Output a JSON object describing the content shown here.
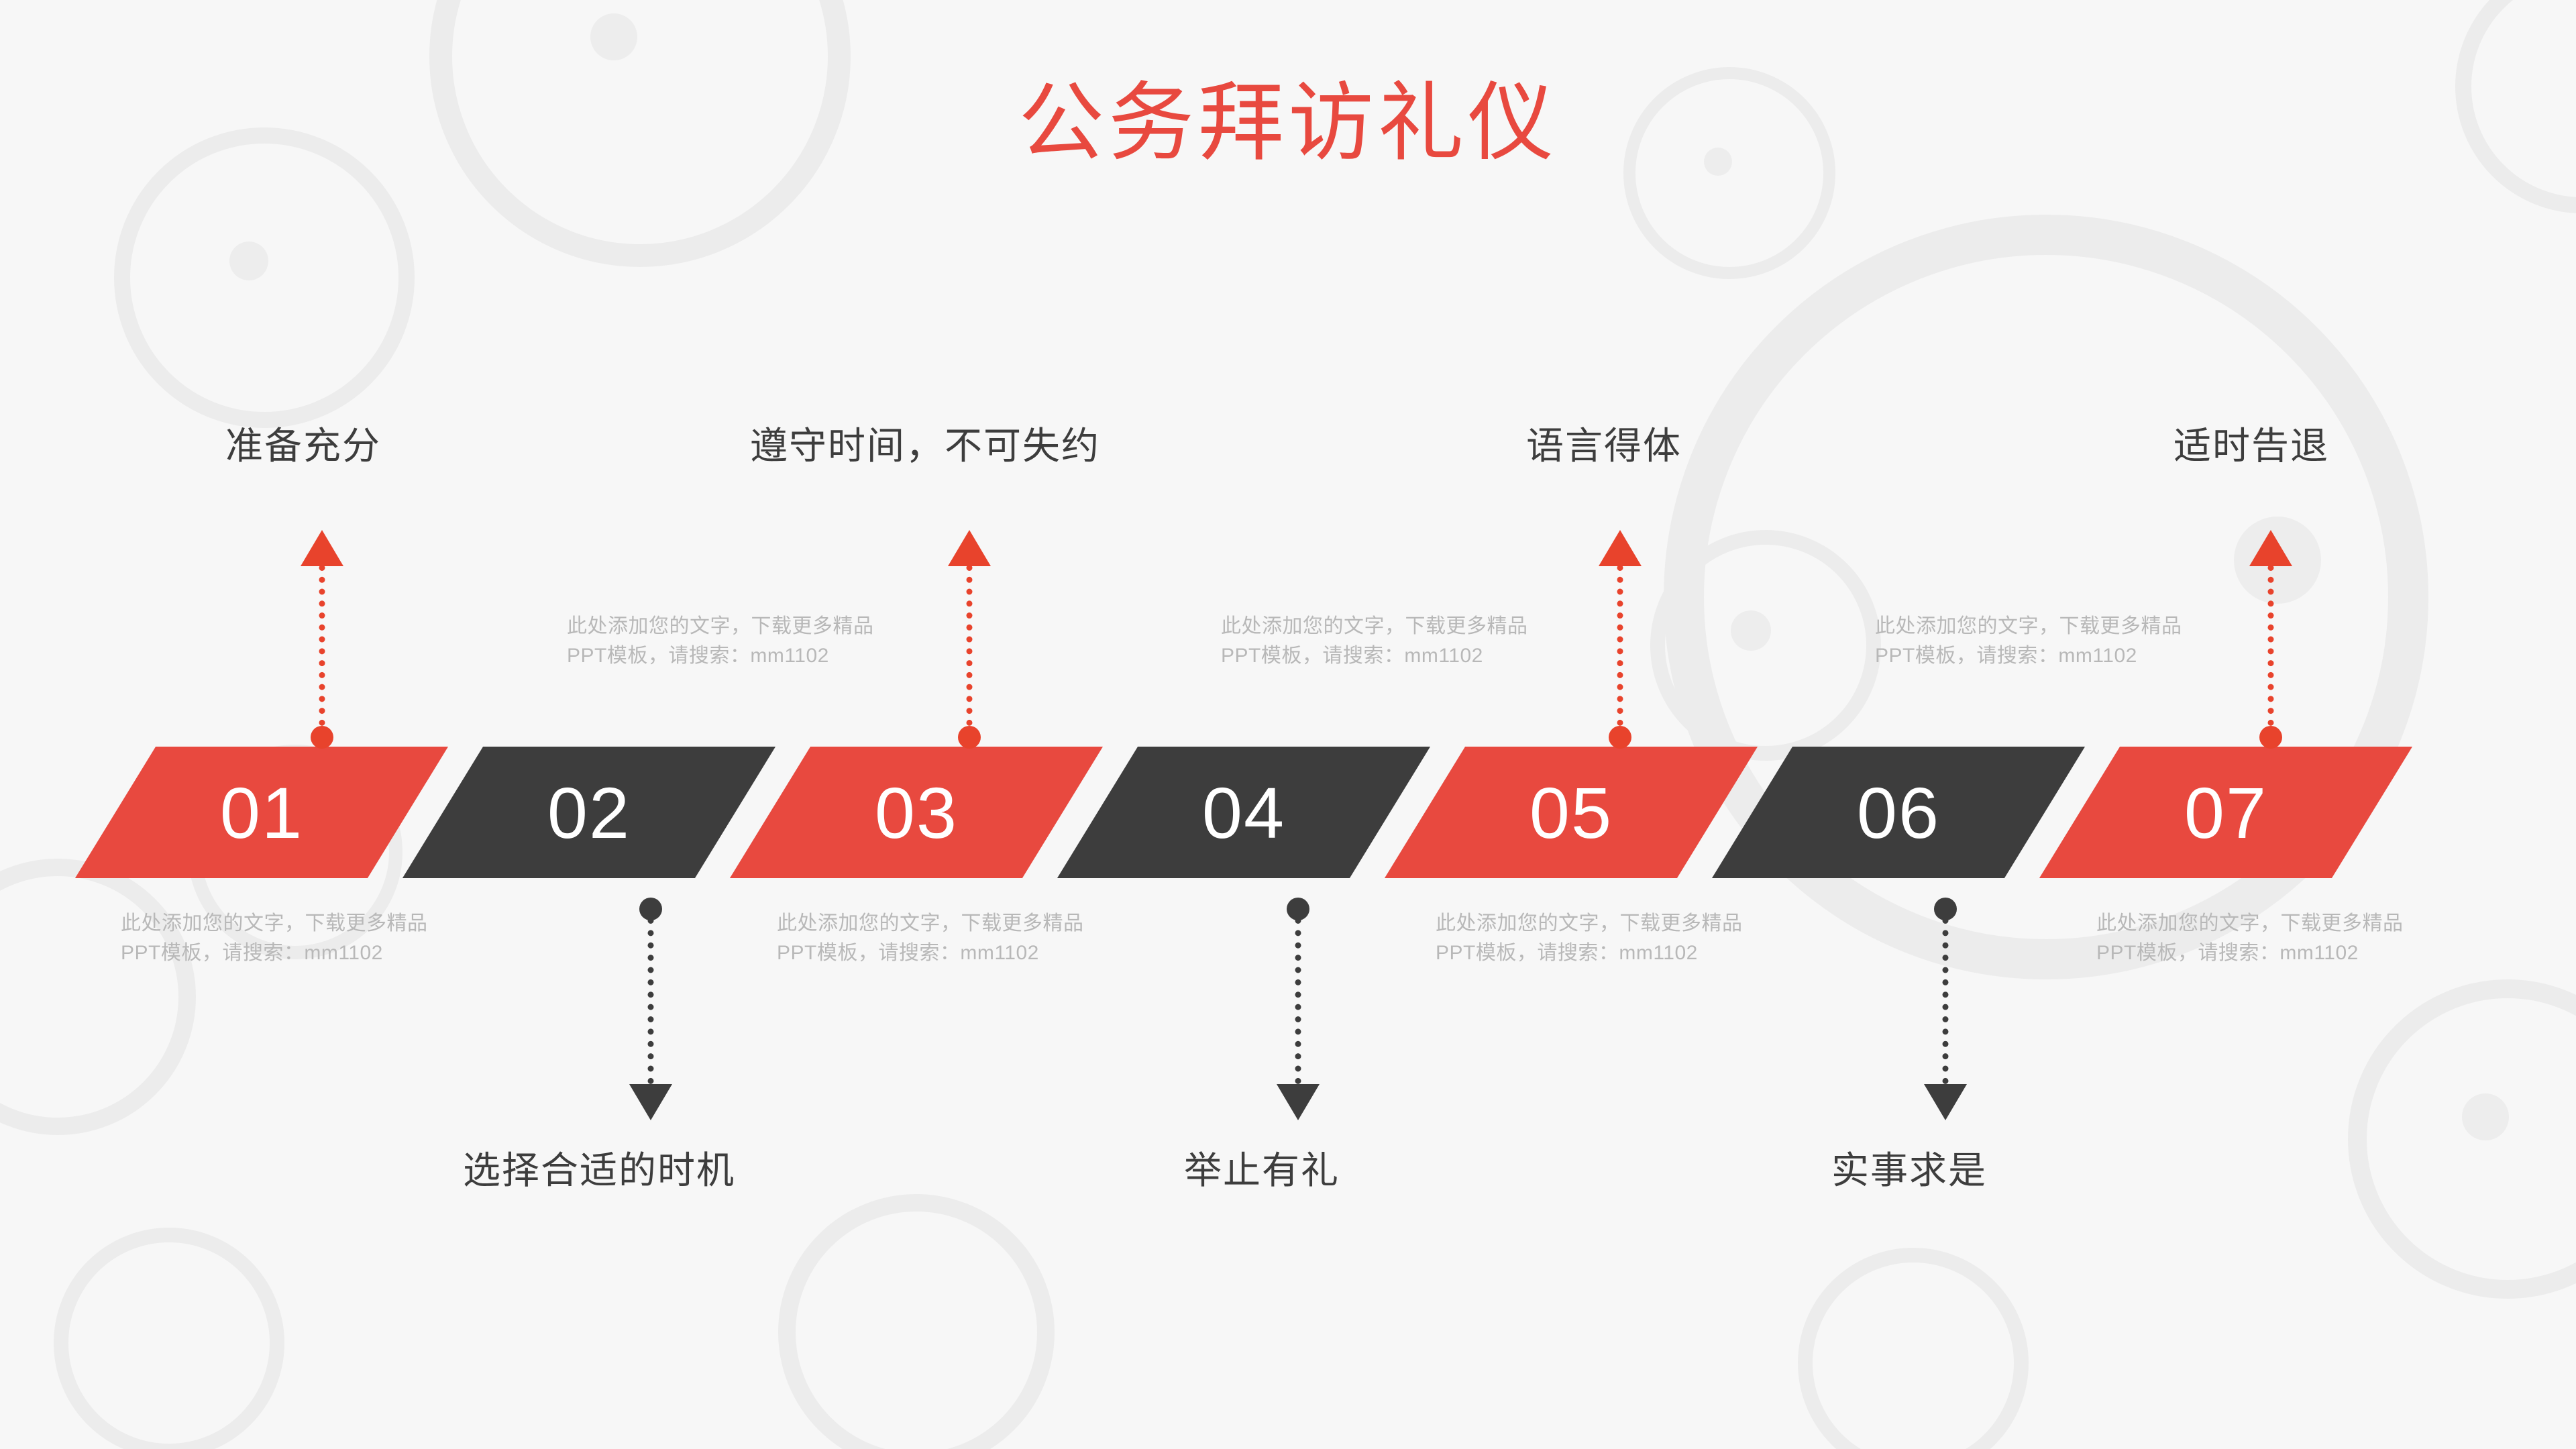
{
  "slide": {
    "title": "公务拜访礼仪",
    "background_color": "#f7f7f7",
    "accent_red": "#e8493f",
    "accent_dark": "#3d3d3d",
    "arrow_red": "#e8432c",
    "heading_color": "#3d3d3d",
    "body_text_color": "#b8b8b8"
  },
  "steps": [
    {
      "number": "01",
      "chevron_color": "#e8493f",
      "heading": "准备充分",
      "heading_position": "top",
      "body": "此处添加您的文字，下载更多精品PPT模板，请搜索：mm1102",
      "body_position": "bottom",
      "arrow_direction": "up",
      "arrow_color": "#e8432c"
    },
    {
      "number": "02",
      "chevron_color": "#3d3d3d",
      "heading": "选择合适的时机",
      "heading_position": "bottom",
      "body": "此处添加您的文字，下载更多精品PPT模板，请搜索：mm1102",
      "body_position": "top",
      "arrow_direction": "down",
      "arrow_color": "#3d3d3d"
    },
    {
      "number": "03",
      "chevron_color": "#e8493f",
      "heading": "遵守时间，不可失约",
      "heading_position": "top",
      "body": "此处添加您的文字，下载更多精品PPT模板，请搜索：mm1102",
      "body_position": "bottom",
      "arrow_direction": "up",
      "arrow_color": "#e8432c"
    },
    {
      "number": "04",
      "chevron_color": "#3d3d3d",
      "heading": "举止有礼",
      "heading_position": "bottom",
      "body": "此处添加您的文字，下载更多精品PPT模板，请搜索：mm1102",
      "body_position": "top",
      "arrow_direction": "down",
      "arrow_color": "#3d3d3d"
    },
    {
      "number": "05",
      "chevron_color": "#e8493f",
      "heading": "语言得体",
      "heading_position": "top",
      "body": "此处添加您的文字，下载更多精品PPT模板，请搜索：mm1102",
      "body_position": "bottom",
      "arrow_direction": "up",
      "arrow_color": "#e8432c"
    },
    {
      "number": "06",
      "chevron_color": "#3d3d3d",
      "heading": "实事求是",
      "heading_position": "bottom",
      "body": "此处添加您的文字，下载更多精品PPT模板，请搜索：mm1102",
      "body_position": "top",
      "arrow_direction": "down",
      "arrow_color": "#3d3d3d"
    },
    {
      "number": "07",
      "chevron_color": "#e8493f",
      "heading": "适时告退",
      "heading_position": "top",
      "body": "此处添加您的文字，下载更多精品PPT模板，请搜索：mm1102",
      "body_position": "bottom",
      "arrow_direction": "up",
      "arrow_color": "#e8432c"
    }
  ]
}
